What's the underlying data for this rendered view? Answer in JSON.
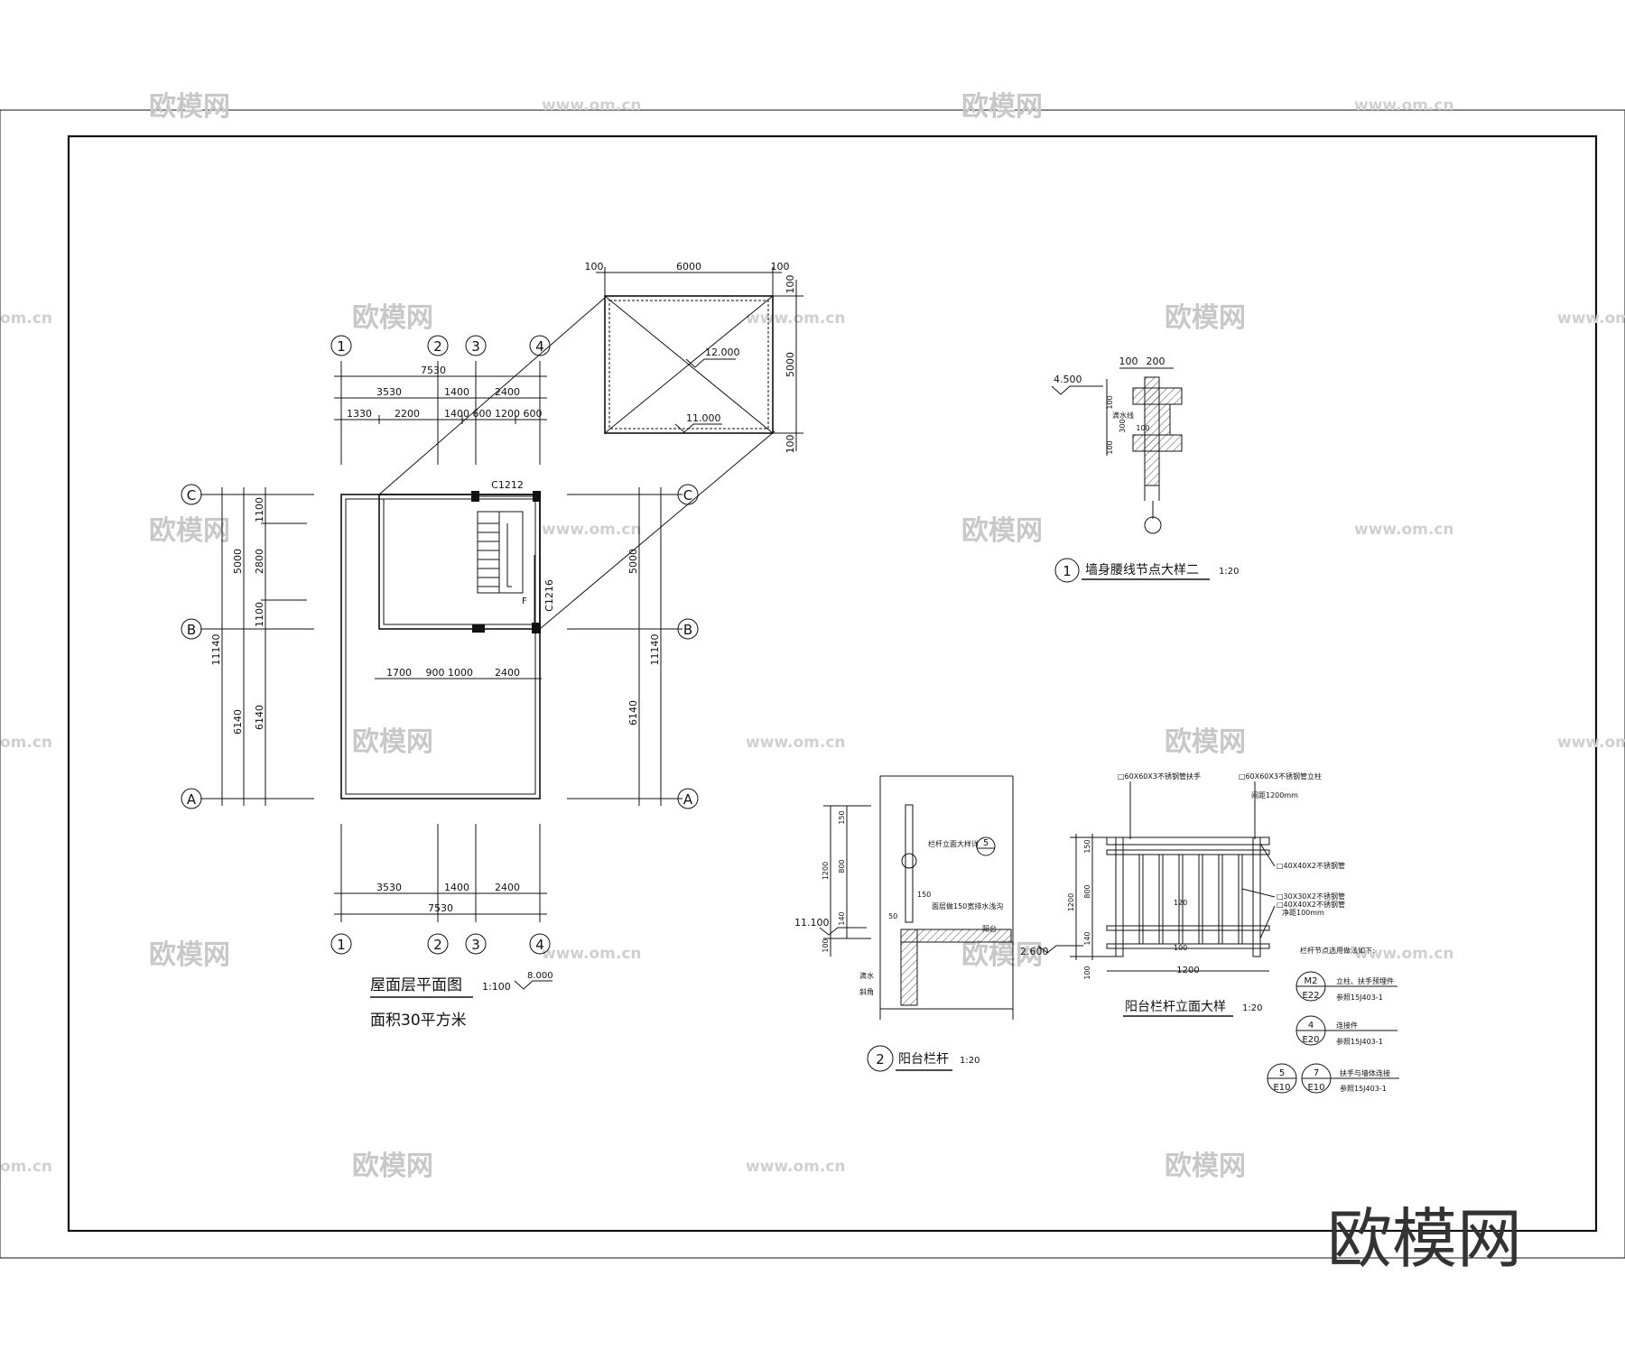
{
  "watermark": {
    "brand": "欧模网",
    "url": "www.om.cn",
    "url_cut": "om.cn",
    "big_logo": "欧模网"
  },
  "roof_plan": {
    "title": "屋面层平面图",
    "scale": "1:100",
    "level": "8.000",
    "area_note": "面积30平方米",
    "axes": [
      "1",
      "2",
      "3",
      "4",
      "A",
      "B",
      "C"
    ],
    "top_dims": {
      "total": "7530",
      "row1": [
        "3530",
        "1400",
        "2400"
      ],
      "row2": [
        "1330",
        "2200",
        "1400",
        "600",
        "1200",
        "600"
      ]
    },
    "bottom_dims": {
      "row1": [
        "3530",
        "1400",
        "2400"
      ],
      "total": "7530"
    },
    "left_dims": {
      "total": "11140",
      "outer": [
        "5000",
        "6140"
      ],
      "inner": [
        "1100",
        "2800",
        "1100",
        "6140"
      ]
    },
    "right_dims": {
      "total": "11140",
      "parts": [
        "5000",
        "6140"
      ]
    },
    "inner_dims": [
      "1700",
      "900",
      "1000",
      "2400"
    ],
    "windows": [
      "C1212",
      "C1216"
    ],
    "stair_mark": "F"
  },
  "roof_detail": {
    "top_dims": [
      "100",
      "6000",
      "100"
    ],
    "side_dims": [
      "100",
      "5000",
      "100"
    ],
    "ridge_level": "12.000",
    "eave_level": "11.000"
  },
  "detail_1": {
    "number": "1",
    "title": "墙身腰线节点大样二",
    "scale": "1:20",
    "level": "4.500",
    "dims": [
      "100",
      "200",
      "100",
      "100",
      "300",
      "100"
    ],
    "note": "滴水线"
  },
  "detail_2": {
    "number": "2",
    "title": "阳台栏杆",
    "scale": "1:20",
    "level_top": "11.100",
    "level_bottom": "2.600",
    "dims_v": [
      "150",
      "800",
      "140",
      "100",
      "1200"
    ],
    "small_dims": [
      "50",
      "150"
    ],
    "notes": {
      "ref": "栏杆立面大样详",
      "ref_no": "5",
      "drain": "面层做150宽排水浅沟",
      "balcony": "阳台",
      "drip": "滴水",
      "bevel": "斜角"
    }
  },
  "railing_elevation": {
    "title": "阳台栏杆立面大样",
    "scale": "1:20",
    "labels": [
      "□60X60X3不锈钢管扶手",
      "□60X60X3不锈钢管立柱",
      "间距1200mm",
      "□40X40X2不锈钢管",
      "□30X30X2不锈钢管",
      "□40X40X2不锈钢管",
      "净距100mm"
    ],
    "dims_v": [
      "150",
      "800",
      "140",
      "100",
      "1200"
    ],
    "dim_h": "1200",
    "inner_label": "120",
    "bottom_label": "100"
  },
  "node_notes": {
    "heading": "栏杆节点选用做法如下:",
    "rows": [
      {
        "top": "M2",
        "bottom": "E22",
        "name": "立柱、扶手预埋件",
        "ref": "参照15J403-1"
      },
      {
        "top": "4",
        "bottom": "E20",
        "name": "连接件",
        "ref": "参照15J403-1"
      },
      {
        "top": "5",
        "bottom": "E10",
        "top2": "7",
        "bottom2": "E10",
        "name": "扶手与墙体连接",
        "ref": "参照15J403-1"
      }
    ]
  }
}
